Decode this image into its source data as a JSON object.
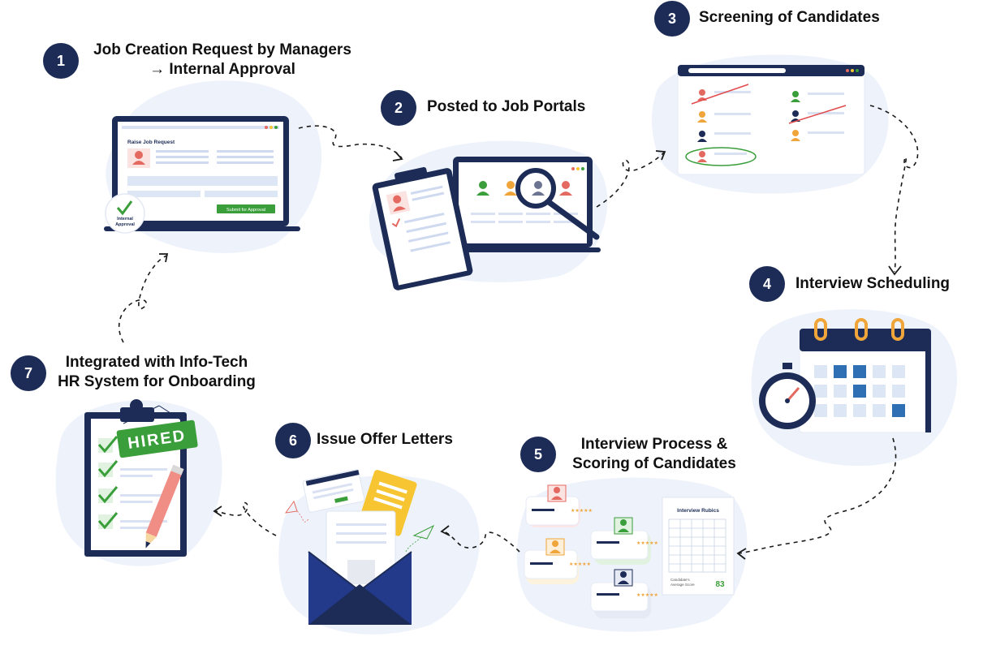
{
  "steps": [
    {
      "num": "1",
      "lines": [
        "Job Creation Request by Managers",
        "→ Internal Approval"
      ]
    },
    {
      "num": "2",
      "lines": [
        "Posted to Job Portals"
      ]
    },
    {
      "num": "3",
      "lines": [
        "Screening of Candidates"
      ]
    },
    {
      "num": "4",
      "lines": [
        "Interview Scheduling"
      ]
    },
    {
      "num": "5",
      "lines": [
        "Interview Process &",
        "Scoring of Candidates"
      ]
    },
    {
      "num": "6",
      "lines": [
        "Issue Offer Letters"
      ]
    },
    {
      "num": "7",
      "lines": [
        "Integrated with Info-Tech",
        "HR System for Onboarding"
      ]
    }
  ],
  "step1": {
    "form_title": "Raise Job Request",
    "submit_label": "Submit for Approval",
    "approval_line1": "Internal",
    "approval_line2": "Approval"
  },
  "step5": {
    "rubric_title": "Interview Rubics",
    "score_label_1": "Candidate's",
    "score_label_2": "Average Score",
    "score_value": "83"
  },
  "step7": {
    "stamp": "HIRED"
  },
  "colors": {
    "navy": "#1c2c56",
    "blob": "#eef2fb",
    "green": "#3a9e3a",
    "red": "#e46a61",
    "orange": "#f0a53a",
    "yellow": "#f7c531",
    "blue": "#2f6fb3"
  }
}
